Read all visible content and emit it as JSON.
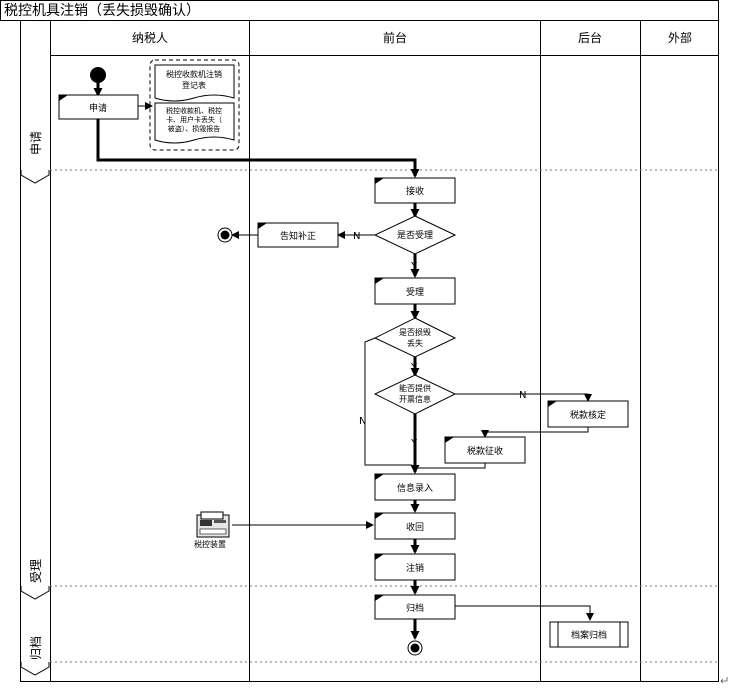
{
  "title": "税控机具注销（丢失损毁确认）",
  "lanes": [
    "纳税人",
    "前台",
    "后台",
    "外部"
  ],
  "phases": [
    "申请",
    "受理",
    "归档"
  ],
  "nodes": {
    "apply": "申请",
    "doc1": [
      "税控收款机注销",
      "登记表"
    ],
    "doc2": [
      "税控收款机、税控",
      "卡、用户卡丢失（",
      "被盗）、损毁报告"
    ],
    "receive": "接收",
    "accept_q": "是否受理",
    "notify": "告知补正",
    "accept": "受理",
    "damaged_q": [
      "是否损毁",
      "丢失"
    ],
    "invoice_q": [
      "能否提供",
      "开票信息"
    ],
    "tax_verify": "税款核定",
    "tax_collect": "税款征收",
    "info_entry": "信息录入",
    "device": "税控装置",
    "reclaim": "收回",
    "cancel": "注销",
    "archive": "归档",
    "archive_store": "档案归档"
  },
  "edge_labels": {
    "n": "N",
    "y": "Y"
  },
  "colors": {
    "line": "#000000",
    "dotted": "#7a7a7a",
    "box": "#ffffff"
  }
}
